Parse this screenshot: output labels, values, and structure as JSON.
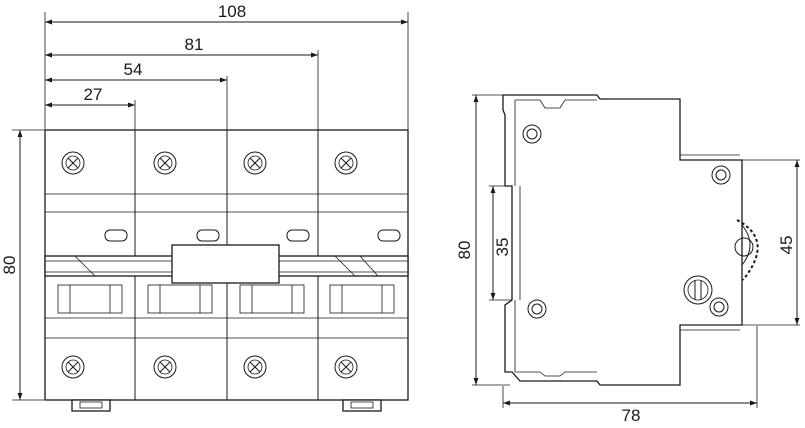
{
  "front_view": {
    "dimensions": {
      "width_1_pole": "27",
      "width_2_pole": "54",
      "width_3_pole": "81",
      "width_4_pole": "108",
      "height": "80"
    },
    "poles": 4
  },
  "side_view": {
    "dimensions": {
      "height": "80",
      "rail_height": "35",
      "front_height": "45",
      "depth": "78"
    }
  }
}
